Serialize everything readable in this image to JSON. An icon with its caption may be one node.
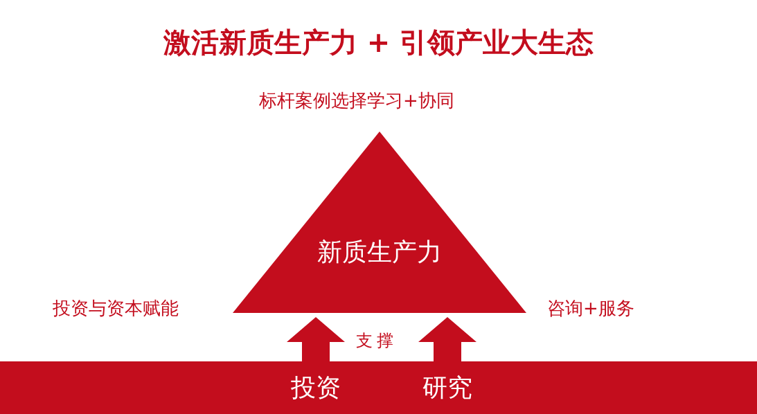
{
  "diagram": {
    "title": "激活新质生产力 + 引领产业大生态",
    "nodes": [
      {
        "text": [
          "新质生产力"
        ]
      },
      {
        "text": [],
        "shape": "bar"
      },
      {
        "text": [
          "投资"
        ],
        "in": 1
      },
      {
        "text": [
          "研究"
        ],
        "in": 1
      }
    ],
    "edges": [
      {
        "from": 2,
        "to": 0,
        "arrow": "to"
      },
      {
        "from": 3,
        "to": 0,
        "arrow": "to"
      }
    ],
    "labels": [
      "标杆案例选择学习+协同",
      "投资与资本赋能",
      "咨询+服务",
      "支撑"
    ]
  }
}
